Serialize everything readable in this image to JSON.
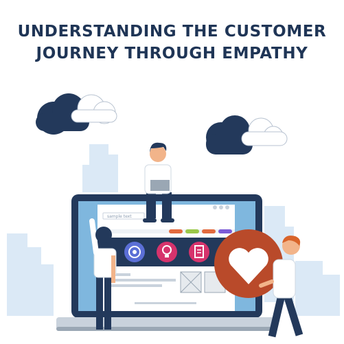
{
  "title": {
    "line1": "UNDERSTANDING THE CUSTOMER",
    "line2": "JOURNEY THROUGH EMPATHY"
  },
  "screen": {
    "search_text": "sample text"
  },
  "icons": [
    "cloud-icon",
    "gear-icon",
    "lightbulb-icon",
    "clipboard-icon",
    "image-placeholder-icon",
    "heart-icon"
  ],
  "colors": {
    "title": "#1f3556",
    "navy": "#23395b",
    "screen_blue": "#7fb7de",
    "skyline": "#d9e8f5",
    "heart_circle": "#b94a2a",
    "icon_pink": "#d6336c",
    "icon_purple": "#5b6fd6"
  }
}
